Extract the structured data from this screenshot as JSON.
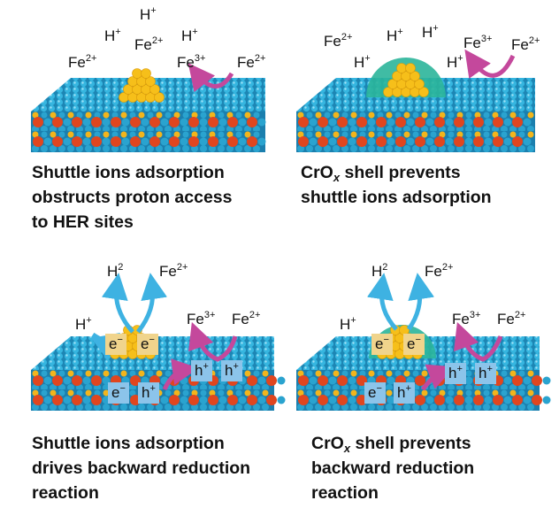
{
  "colors": {
    "substrate_top": "#2aa3cf",
    "substrate_red": "#e0461f",
    "substrate_yellow": "#f2b51c",
    "cluster": "#f6bf1a",
    "shell": "#2bb59a",
    "arrow_magenta": "#c4489c",
    "arrow_blue": "#3eb2e2",
    "electron_box": "#f0d48c",
    "hole_box": "#8cc4ea"
  },
  "panels": [
    {
      "id": "top-left",
      "ions": [
        {
          "b": "H",
          "s": "+"
        },
        {
          "b": "H",
          "s": "+"
        },
        {
          "b": "Fe",
          "s": "2+"
        },
        {
          "b": "H",
          "s": "+"
        },
        {
          "b": "Fe",
          "s": "2+"
        },
        {
          "b": "Fe",
          "s": "3+"
        },
        {
          "b": "Fe",
          "s": "2+"
        }
      ],
      "caption": [
        "Shuttle ions adsorption",
        "obstructs proton access",
        "to HER sites"
      ]
    },
    {
      "id": "top-right",
      "ions": [
        {
          "b": "Fe",
          "s": "2+"
        },
        {
          "b": "H",
          "s": "+"
        },
        {
          "b": "H",
          "s": "+"
        },
        {
          "b": "Fe",
          "s": "3+"
        },
        {
          "b": "Fe",
          "s": "2+"
        },
        {
          "b": "H",
          "s": "+"
        },
        {
          "b": "H",
          "s": "+"
        }
      ],
      "caption_parts": {
        "a": "CrO",
        "sub": "x",
        "b": " shell prevents"
      },
      "caption": [
        "shuttle ions adsorption"
      ]
    },
    {
      "id": "bottom-left",
      "ions": [
        {
          "b": "H",
          "s": "2"
        },
        {
          "b": "Fe",
          "s": "2+"
        },
        {
          "b": "H",
          "s": "+"
        },
        {
          "b": "Fe",
          "s": "3+"
        },
        {
          "b": "Fe",
          "s": "2+"
        }
      ],
      "boxes": [
        {
          "b": "e",
          "s": "−"
        },
        {
          "b": "e",
          "s": "−"
        },
        {
          "b": "h",
          "s": "+"
        },
        {
          "b": "h",
          "s": "+"
        },
        {
          "b": "e",
          "s": "−"
        },
        {
          "b": "h",
          "s": "+"
        }
      ],
      "caption": [
        "Shuttle ions adsorption",
        "drives backward reduction",
        "reaction"
      ]
    },
    {
      "id": "bottom-right",
      "ions": [
        {
          "b": "H",
          "s": "2"
        },
        {
          "b": "Fe",
          "s": "2+"
        },
        {
          "b": "H",
          "s": "+"
        },
        {
          "b": "Fe",
          "s": "3+"
        },
        {
          "b": "Fe",
          "s": "2+"
        }
      ],
      "boxes": [
        {
          "b": "e",
          "s": "−"
        },
        {
          "b": "e",
          "s": "−"
        },
        {
          "b": "h",
          "s": "+"
        },
        {
          "b": "h",
          "s": "+"
        },
        {
          "b": "e",
          "s": "−"
        },
        {
          "b": "h",
          "s": "+"
        }
      ],
      "caption_parts": {
        "a": "CrO",
        "sub": "x",
        "b": " shell prevents"
      },
      "caption": [
        "backward reduction",
        "reaction"
      ]
    }
  ]
}
